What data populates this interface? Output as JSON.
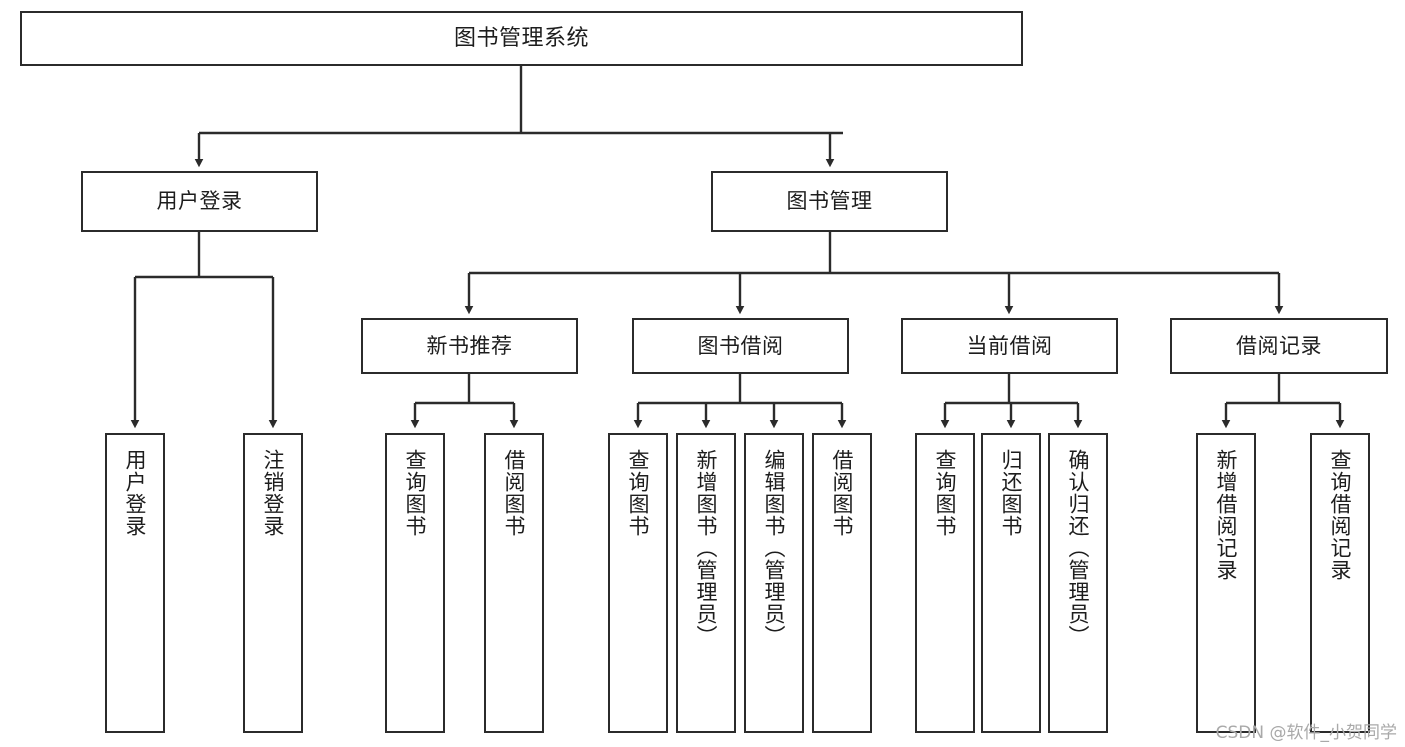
{
  "diagram": {
    "title": "图书管理系统",
    "type": "tree-hierarchy-diagram",
    "colors": {
      "box_border": "#2b2b2b",
      "box_fill": "#ffffff",
      "edge": "#2b2b2b",
      "text": "#1d1d1d",
      "watermark": "#a9a9a9",
      "background": "#ffffff"
    },
    "watermark": "CSDN @软件_小贺同学",
    "nodes": {
      "root": {
        "label": "图书管理系统"
      },
      "level1": [
        {
          "id": "user-login",
          "label": "用户登录"
        },
        {
          "id": "book-manage",
          "label": "图书管理"
        }
      ],
      "level2": [
        {
          "id": "new-book-rec",
          "label": "新书推荐"
        },
        {
          "id": "book-borrow",
          "label": "图书借阅"
        },
        {
          "id": "current-borrow",
          "label": "当前借阅"
        },
        {
          "id": "borrow-record",
          "label": "借阅记录"
        }
      ],
      "leaves": {
        "user-login": [
          {
            "id": "leaf-user-login",
            "label": "用户登录"
          },
          {
            "id": "leaf-logout",
            "label": "注销登录"
          }
        ],
        "new-book-rec": [
          {
            "id": "leaf-query-book-1",
            "label": "查询图书"
          },
          {
            "id": "leaf-borrow-book-1",
            "label": "借阅图书"
          }
        ],
        "book-borrow": [
          {
            "id": "leaf-query-book-2",
            "label": "查询图书"
          },
          {
            "id": "leaf-add-book",
            "label": "新增图书（管理员）"
          },
          {
            "id": "leaf-edit-book",
            "label": "编辑图书（管理员）"
          },
          {
            "id": "leaf-borrow-book-2",
            "label": "借阅图书"
          }
        ],
        "current-borrow": [
          {
            "id": "leaf-query-book-3",
            "label": "查询图书"
          },
          {
            "id": "leaf-return-book",
            "label": "归还图书"
          },
          {
            "id": "leaf-confirm-return",
            "label": "确认归还（管理员）"
          }
        ],
        "borrow-record": [
          {
            "id": "leaf-add-record",
            "label": "新增借阅记录"
          },
          {
            "id": "leaf-query-record",
            "label": "查询借阅记录"
          }
        ]
      }
    }
  }
}
